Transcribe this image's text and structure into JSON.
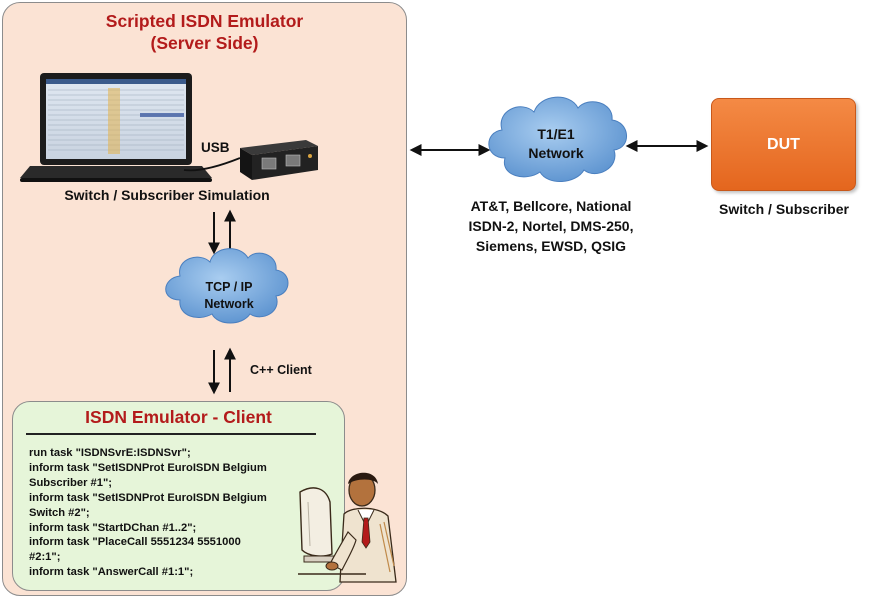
{
  "server": {
    "title_line1": "Scripted ISDN Emulator",
    "title_line2": "(Server Side)",
    "usb_label": "USB",
    "sim_label": "Switch / Subscriber Simulation"
  },
  "tcp_cloud": {
    "line1": "TCP / IP",
    "line2": "Network"
  },
  "cpp_client_label": "C++ Client",
  "client": {
    "title": "ISDN Emulator - Client",
    "script_lines": [
      "run task \"ISDNSvrE:ISDNSvr\";",
      "inform task \"SetISDNProt EuroISDN  Belgium",
      "Subscriber #1\";",
      "inform task \"SetISDNProt EuroISDN  Belgium",
      "Switch #2\";",
      "inform task \"StartDChan #1..2\";",
      "inform task \"PlaceCall 5551234 5551000",
      "#2:1\";",
      "inform task \"AnswerCall #1:1\";"
    ]
  },
  "t1_cloud": {
    "line1": "T1/E1",
    "line2": "Network"
  },
  "protocols": {
    "line1": "AT&T, Bellcore, National",
    "line2": "ISDN-2, Nortel, DMS-250,",
    "line3": "Siemens, EWSD, QSIG"
  },
  "dut": {
    "label": "DUT",
    "caption": "Switch / Subscriber"
  },
  "colors": {
    "server_bg": "#fbe3d4",
    "client_bg": "#e6f5d9",
    "title_red": "#b31b1b",
    "cloud_blue": "#6fa3d9",
    "dut_orange": "#f07b33"
  },
  "icons": [
    "laptop-icon",
    "usb-device-icon",
    "person-at-computer-icon",
    "cloud-icon"
  ]
}
